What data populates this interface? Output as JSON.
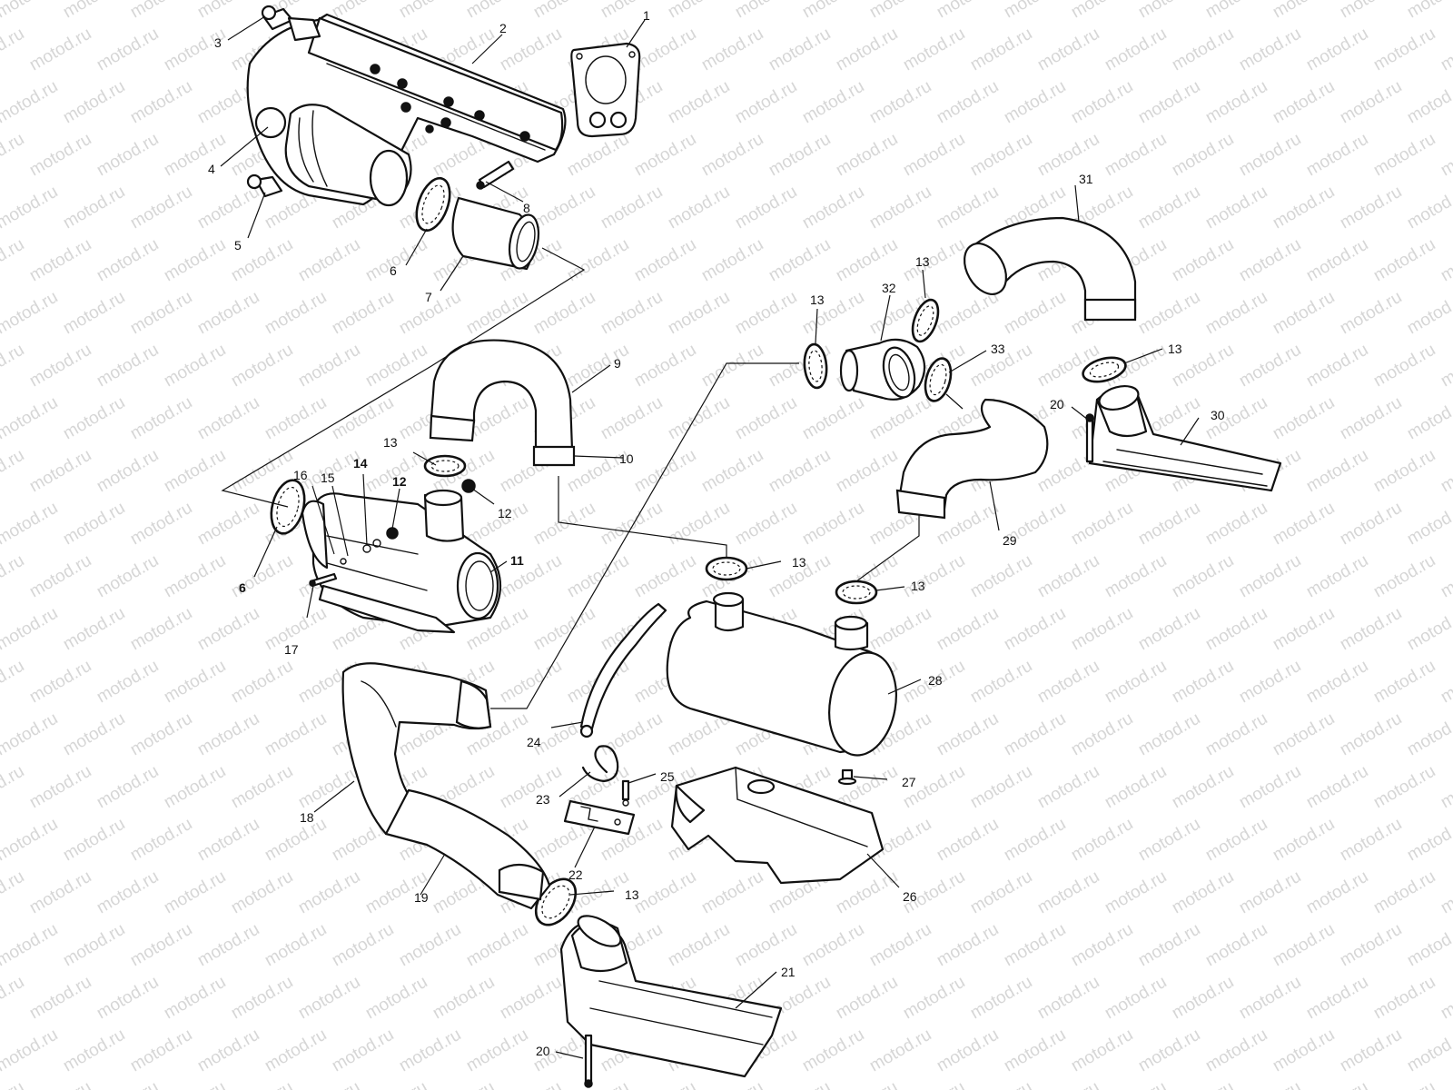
{
  "watermark": "motod.ru",
  "callouts": {
    "c1": "1",
    "c2": "2",
    "c3": "3",
    "c4": "4",
    "c5": "5",
    "c6a": "6",
    "c6b": "6",
    "c7": "7",
    "c8": "8",
    "c9": "9",
    "c10": "10",
    "c11": "11",
    "c12a": "12",
    "c12b": "12",
    "c13a": "13",
    "c13b": "13",
    "c13c": "13",
    "c13d": "13",
    "c13e": "13",
    "c13f": "13",
    "c13g": "13",
    "c14": "14",
    "c15": "15",
    "c16": "16",
    "c17": "17",
    "c18": "18",
    "c19": "19",
    "c20a": "20",
    "c20b": "20",
    "c21": "21",
    "c22": "22",
    "c23": "23",
    "c24": "24",
    "c25": "25",
    "c26": "26",
    "c27": "27",
    "c28": "28",
    "c29": "29",
    "c30": "30",
    "c31": "31",
    "c32": "32",
    "c33": "33"
  },
  "colors": {
    "line": "#111111",
    "background": "#ffffff",
    "watermark": "#d6d6d6"
  }
}
